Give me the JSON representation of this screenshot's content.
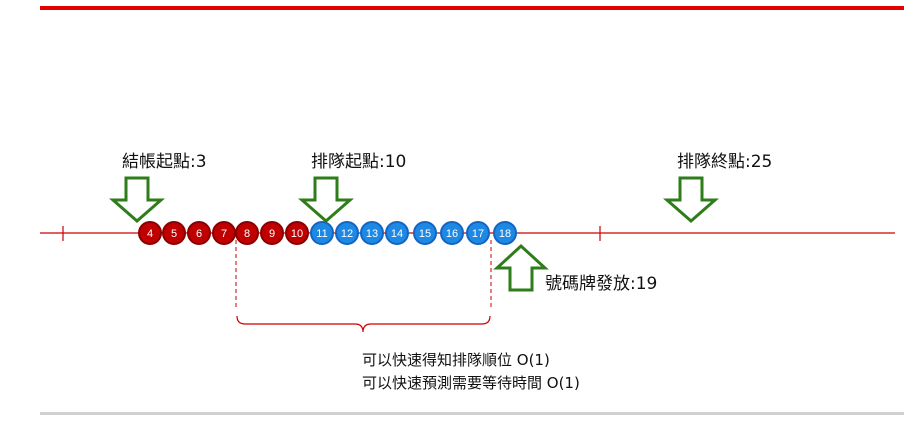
{
  "labels": {
    "checkout_start": "結帳起點:3",
    "queue_start": "排隊起點:10",
    "queue_end": "排隊終點:25",
    "ticket_issue": "號碼牌發放:19",
    "note_line1": "可以快速得知排隊順位 O(1)",
    "note_line2": "可以快速預測需要等待時間 O(1)"
  },
  "checked_out_items": [
    4,
    5,
    6,
    7,
    8,
    9,
    10
  ],
  "queued_items": [
    11,
    12,
    13,
    14,
    15,
    16,
    17,
    18
  ],
  "colors": {
    "top_bar": "#e00000",
    "bottom_bar": "#d0d0d0",
    "axis": "#cc0000",
    "checked_out": "#c00000",
    "checked_out_stroke": "#8a0000",
    "queued": "#1e88e5",
    "queued_stroke": "#1565c0",
    "arrow": "#2e7d1a"
  }
}
